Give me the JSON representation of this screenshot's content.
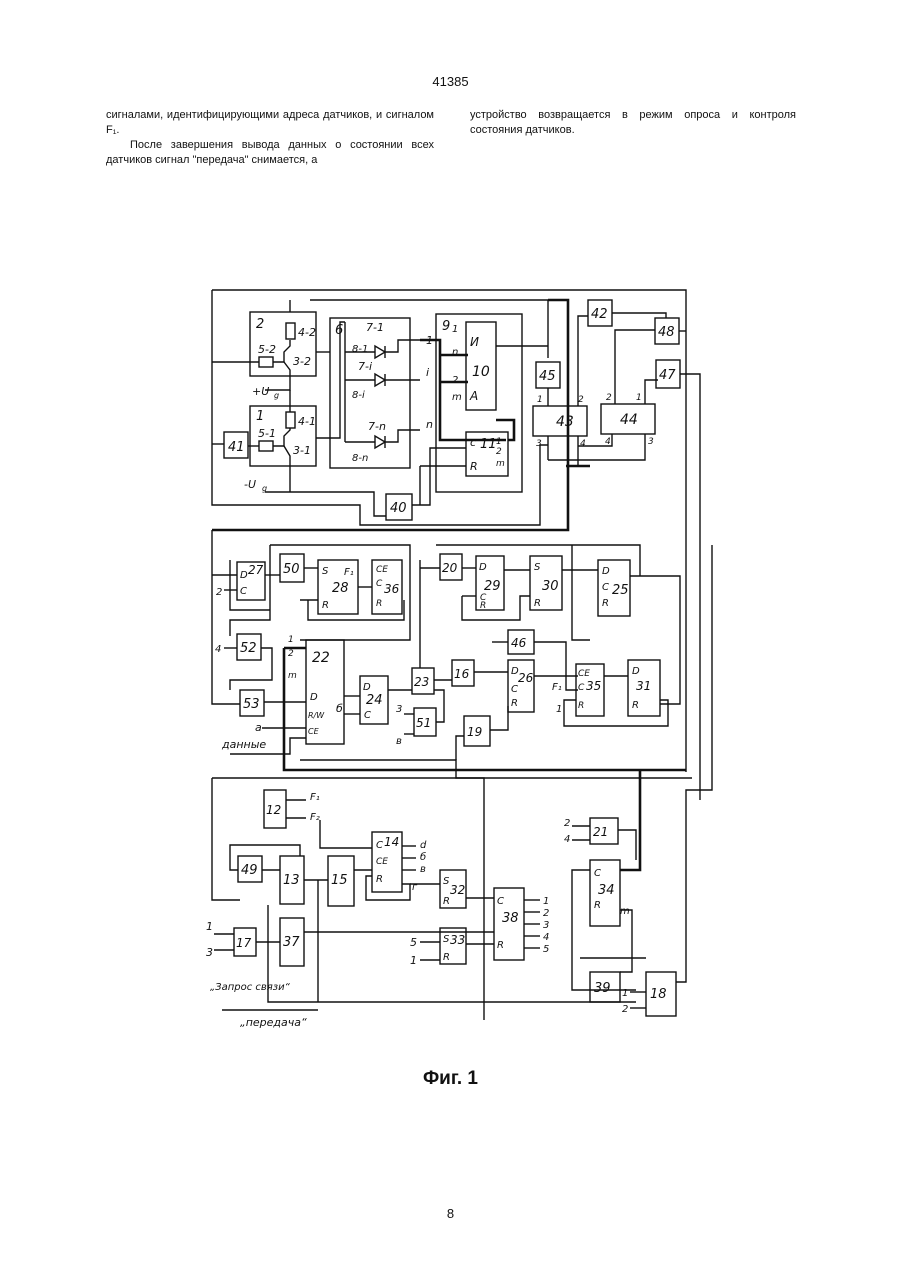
{
  "page": {
    "number_top": "41385",
    "number_bottom": "8"
  },
  "text": {
    "left_col_p1": "сигналами, идентифицирующими адреса датчиков, и сигналом F₁.",
    "left_col_p2": "После завершения вывода данных о состоянии всех датчиков сигнал \"передача\" снимается, а",
    "right_col_p1": "устройство возвращается в режим опроса и контроля состояния датчиков."
  },
  "figure": {
    "caption": "Фиг. 1",
    "blocks": [
      {
        "id": "b2",
        "label": "2"
      },
      {
        "id": "b1",
        "label": "1"
      },
      {
        "id": "b6",
        "label": "6"
      },
      {
        "id": "b9",
        "label": "9"
      },
      {
        "id": "b10",
        "label": "10"
      },
      {
        "id": "b11",
        "label": "11"
      },
      {
        "id": "b45",
        "label": "45"
      },
      {
        "id": "b43",
        "label": "43"
      },
      {
        "id": "b44",
        "label": "44"
      },
      {
        "id": "b42",
        "label": "42"
      },
      {
        "id": "b41",
        "label": "41"
      },
      {
        "id": "b40",
        "label": "40"
      },
      {
        "id": "b48",
        "label": "48"
      },
      {
        "id": "b47",
        "label": "47"
      },
      {
        "id": "b27",
        "label": "27"
      },
      {
        "id": "b50",
        "label": "50"
      },
      {
        "id": "b28",
        "label": "28"
      },
      {
        "id": "b36",
        "label": "36"
      },
      {
        "id": "b20",
        "label": "20"
      },
      {
        "id": "b29",
        "label": "29"
      },
      {
        "id": "b30",
        "label": "30"
      },
      {
        "id": "b25",
        "label": "25"
      },
      {
        "id": "b52",
        "label": "52"
      },
      {
        "id": "b22",
        "label": "22"
      },
      {
        "id": "b24",
        "label": "24"
      },
      {
        "id": "b23",
        "label": "23"
      },
      {
        "id": "b16",
        "label": "16"
      },
      {
        "id": "b46",
        "label": "46"
      },
      {
        "id": "b26",
        "label": "26"
      },
      {
        "id": "b35",
        "label": "35"
      },
      {
        "id": "b31",
        "label": "31"
      },
      {
        "id": "b53",
        "label": "53"
      },
      {
        "id": "b51",
        "label": "51"
      },
      {
        "id": "b19",
        "label": "19"
      },
      {
        "id": "b12",
        "label": "12"
      },
      {
        "id": "b49",
        "label": "49"
      },
      {
        "id": "b13",
        "label": "13"
      },
      {
        "id": "b15",
        "label": "15"
      },
      {
        "id": "b14",
        "label": "14"
      },
      {
        "id": "b32",
        "label": "32"
      },
      {
        "id": "b33",
        "label": "33"
      },
      {
        "id": "b38",
        "label": "38"
      },
      {
        "id": "b17",
        "label": "17"
      },
      {
        "id": "b37",
        "label": "37"
      },
      {
        "id": "b21",
        "label": "21"
      },
      {
        "id": "b34",
        "label": "34"
      },
      {
        "id": "b39",
        "label": "39"
      },
      {
        "id": "b18",
        "label": "18"
      }
    ],
    "annotations": {
      "sensor_2_res": "4-2",
      "sensor_2_in": "5-2",
      "sensor_2_tr": "3-2",
      "sensor_1_res": "4-1",
      "sensor_1_in": "5-1",
      "sensor_1_tr": "3-1",
      "plus_u": "+U",
      "minus_u": "-U",
      "u_sub": "g",
      "sw_7_1": "7-1",
      "sw_8_1": "8-1",
      "sw_7_i": "7-i",
      "sw_8_i": "8-i",
      "sw_7_n": "7-n",
      "sw_8_n": "8-n",
      "b10_and": "И",
      "b10_a": "A",
      "port_m": "m",
      "port_n": "n",
      "port_i": "i",
      "sig_F1": "F₁",
      "sig_F2": "F₂",
      "sig_a": "a",
      "sig_b": "б",
      "sig_v": "в",
      "sig_g": "г",
      "sig_d": "d",
      "in_zapros": "„Запрос связи“",
      "in_dannye": "данные",
      "in_peredacha": "„передача“",
      "out_1": "1",
      "out_2": "2",
      "out_3": "3",
      "out_4": "4",
      "out_5": "5"
    }
  }
}
